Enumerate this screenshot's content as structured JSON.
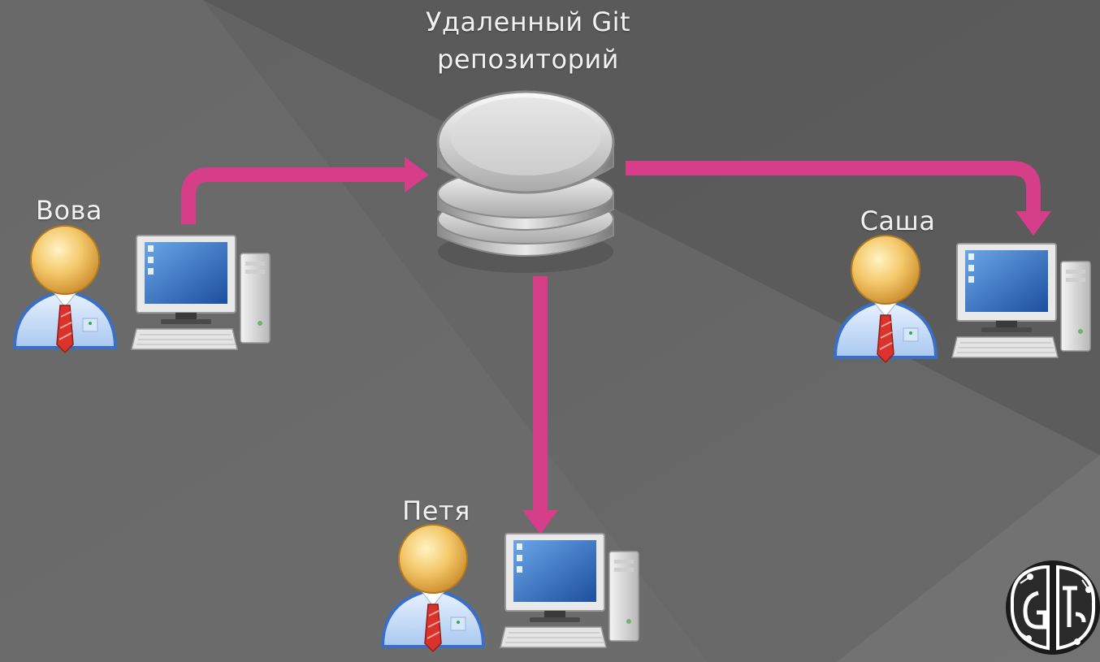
{
  "diagram": {
    "repository": {
      "title_line1": "Удаленный Git",
      "title_line2": "репозиторий",
      "icon": "database-server-icon"
    },
    "users": [
      {
        "id": "vova",
        "name": "Вова",
        "icon": "user-icon",
        "computer_icon": "desktop-computer-icon"
      },
      {
        "id": "sasha",
        "name": "Саша",
        "icon": "user-icon",
        "computer_icon": "desktop-computer-icon"
      },
      {
        "id": "petya",
        "name": "Петя",
        "icon": "user-icon",
        "computer_icon": "desktop-computer-icon"
      }
    ],
    "connections": [
      {
        "from": "Вова",
        "to": "Удаленный Git репозиторий"
      },
      {
        "from": "Удаленный Git репозиторий",
        "to": "Саша"
      },
      {
        "from": "Удаленный Git репозиторий",
        "to": "Петя"
      }
    ],
    "colors": {
      "arrow": "#d63e8a",
      "background_dark": "#4f4f4f",
      "background_light": "#7a7a7a"
    },
    "logo_icon": "brain-logo-icon"
  }
}
